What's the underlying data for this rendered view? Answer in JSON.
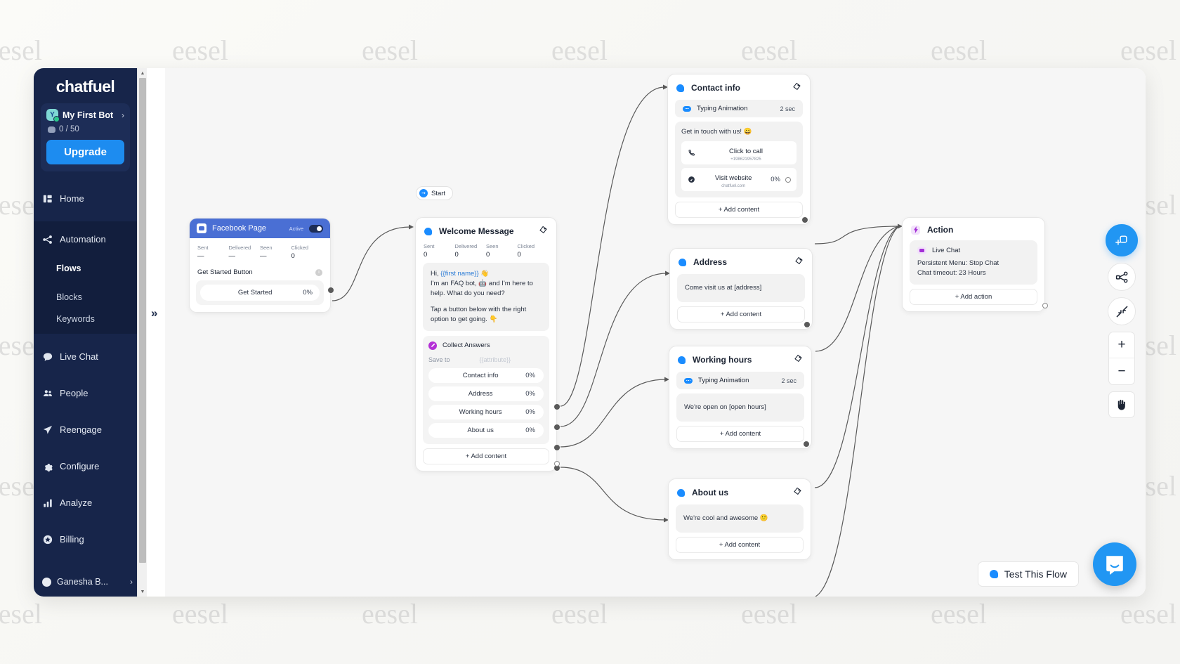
{
  "watermark": {
    "text": "eesel"
  },
  "sidebar": {
    "brand": "chatfuel",
    "bot": {
      "name": "My First Bot",
      "chevron": "›",
      "avatar_letter": "Y",
      "quota": "0 / 50",
      "upgrade_label": "Upgrade"
    },
    "items": [
      {
        "label": "Home",
        "icon": "home-icon"
      },
      {
        "label": "Automation",
        "icon": "automation-icon"
      },
      {
        "label": "Live Chat",
        "icon": "live-chat-icon"
      },
      {
        "label": "People",
        "icon": "people-icon"
      },
      {
        "label": "Reengage",
        "icon": "reengage-icon"
      },
      {
        "label": "Configure",
        "icon": "gear-icon"
      },
      {
        "label": "Analyze",
        "icon": "analyze-icon"
      },
      {
        "label": "Billing",
        "icon": "billing-icon"
      }
    ],
    "automation_sub": [
      {
        "label": "Flows",
        "selected": true
      },
      {
        "label": "Blocks",
        "selected": false
      },
      {
        "label": "Keywords",
        "selected": false
      }
    ],
    "user": {
      "name": "Ganesha B...",
      "chevron": "›"
    },
    "collapse_handle": "»"
  },
  "nodes": {
    "facebook": {
      "title": "Facebook Page",
      "active_label": "Active",
      "toggle_on": true,
      "stats": [
        {
          "key": "Sent",
          "value": "—"
        },
        {
          "key": "Delivered",
          "value": "—"
        },
        {
          "key": "Seen",
          "value": "—"
        },
        {
          "key": "Clicked",
          "value": "0"
        }
      ],
      "section_title": "Get Started Button",
      "button": {
        "label": "Get Started",
        "pct": "0%"
      }
    },
    "start_chip": {
      "label": "Start"
    },
    "welcome": {
      "title": "Welcome Message",
      "stats": [
        {
          "key": "Sent",
          "value": "0"
        },
        {
          "key": "Delivered",
          "value": "0"
        },
        {
          "key": "Seen",
          "value": "0"
        },
        {
          "key": "Clicked",
          "value": "0"
        }
      ],
      "message_line1_prefix": "Hi, ",
      "message_line1_attr": "{{first name}}",
      "message_line1_suffix": " 👋",
      "message_line2": "I'm an FAQ bot, 🤖 and I'm here to help. What do you need?",
      "message_line3": "Tap a button below with the right option to get going. 👇",
      "collect": {
        "title": "Collect Answers",
        "save_to_label": "Save to",
        "save_to_value": "{{attribute}}",
        "choices": [
          {
            "label": "Contact info",
            "pct": "0%"
          },
          {
            "label": "Address",
            "pct": "0%"
          },
          {
            "label": "Working hours",
            "pct": "0%"
          },
          {
            "label": "About us",
            "pct": "0%"
          }
        ]
      },
      "add_content": "+ Add content"
    },
    "contact": {
      "title": "Contact info",
      "typing": {
        "label": "Typing Animation",
        "seconds": "2 sec"
      },
      "text": "Get in touch with us! 😀",
      "buttons": [
        {
          "label": "Click to call",
          "sub": "+198621957825",
          "icon": "phone-icon",
          "pct": ""
        },
        {
          "label": "Visit website",
          "sub": "chatfuel.com",
          "icon": "link-icon",
          "pct": "0%"
        }
      ],
      "add_content": "+ Add content"
    },
    "address": {
      "title": "Address",
      "text": "Come visit us at [address]",
      "add_content": "+ Add content"
    },
    "hours": {
      "title": "Working hours",
      "typing": {
        "label": "Typing Animation",
        "seconds": "2 sec"
      },
      "text": "We're open on [open hours]",
      "add_content": "+ Add content"
    },
    "about": {
      "title": "About us",
      "text": "We're cool and awesome 🙂",
      "add_content": "+ Add content"
    },
    "action": {
      "title": "Action",
      "live_chat_label": "Live Chat",
      "line1": "Persistent Menu: Stop Chat",
      "line2": "Chat timeout: 23 Hours",
      "add_action": "+ Add action"
    }
  },
  "toolbar": {
    "add_block_icon": "add-block-icon",
    "layout_icon": "auto-layout-icon",
    "fit_icon": "fit-to-screen-icon",
    "zoom_in": "+",
    "zoom_out": "−",
    "pan_icon": "hand-pan-icon"
  },
  "footer": {
    "test_flow_label": "Test This Flow",
    "intercom_icon": "intercom-chat-icon"
  },
  "colors": {
    "sidebar_bg": "#17254a",
    "accent_blue": "#1d8cf0",
    "facebook_blue": "#4a6fd4",
    "purple": "#b42fd6",
    "node_blue_dot": "#1a8cff"
  }
}
